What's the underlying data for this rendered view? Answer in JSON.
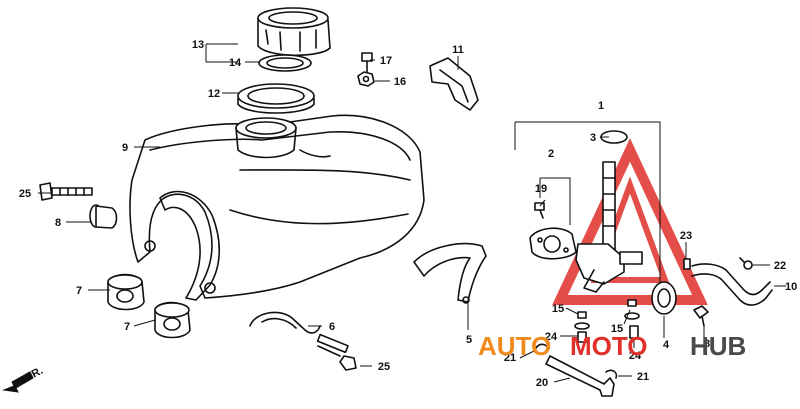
{
  "callouts": {
    "c1": "1",
    "c2": "2",
    "c3": "3",
    "c4": "4",
    "c5": "5",
    "c6": "6",
    "c7a": "7",
    "c7b": "7",
    "c8a": "8",
    "c8b": "8",
    "c9": "9",
    "c10": "10",
    "c11": "11",
    "c12": "12",
    "c13": "13",
    "c14": "14",
    "c15a": "15",
    "c15b": "15",
    "c16": "16",
    "c17": "17",
    "c19": "19",
    "c20": "20",
    "c21a": "21",
    "c21b": "21",
    "c22": "22",
    "c23": "23",
    "c24a": "24",
    "c24b": "24",
    "c25a": "25",
    "c25b": "25"
  },
  "front_indicator": "FR.",
  "watermark": {
    "part1": "AUTO",
    "part2": "MOTO",
    "part3": "HUB",
    "color_orange": "#f08a1c",
    "color_red": "#e0302a",
    "color_gray": "#4a4a4a"
  }
}
